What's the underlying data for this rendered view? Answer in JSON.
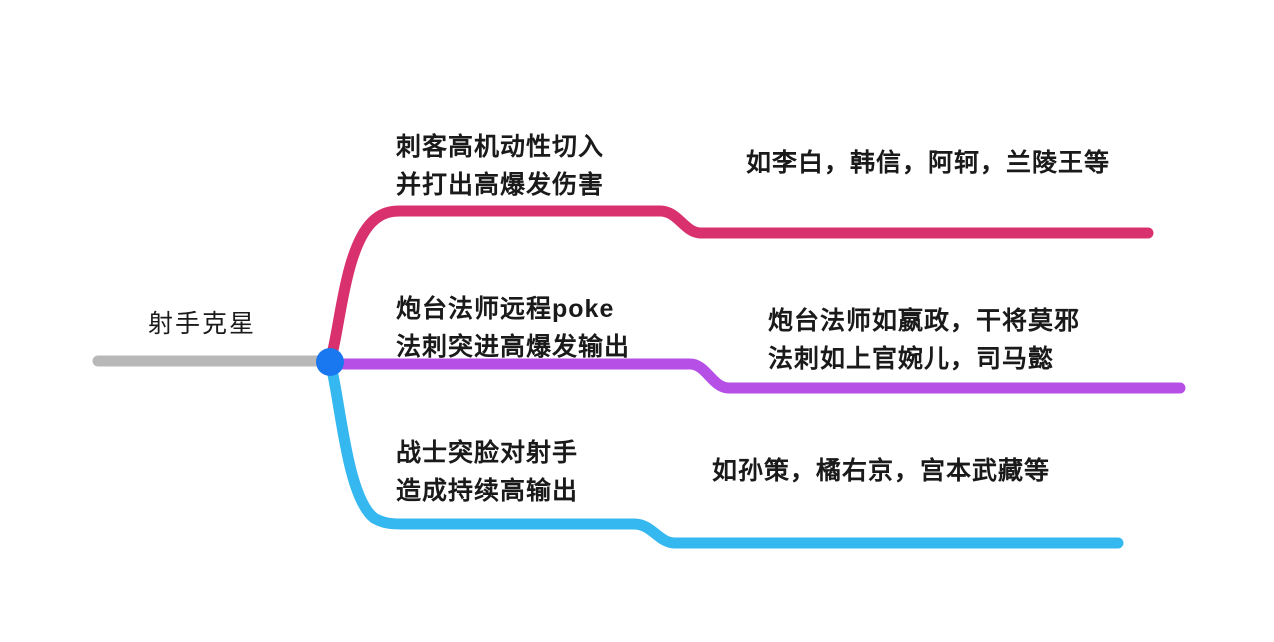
{
  "map": {
    "root": {
      "label": "射手克星",
      "stem_color": "#b8b8b8",
      "node_color": "#1978f0"
    },
    "branches": [
      {
        "color": "#d9306e",
        "topic": "刺客高机动性切入\n并打出高爆发伤害",
        "detail": "如李白，韩信，阿轲，兰陵王等"
      },
      {
        "color": "#b54fe6",
        "topic": "炮台法师远程poke\n法刺突进高爆发输出",
        "detail": "炮台法师如嬴政，干将莫邪\n法刺如上官婉儿，司马懿"
      },
      {
        "color": "#35b8f0",
        "topic": "战士突脸对射手\n造成持续高输出",
        "detail": "如孙策，橘右京，宫本武藏等"
      }
    ]
  }
}
